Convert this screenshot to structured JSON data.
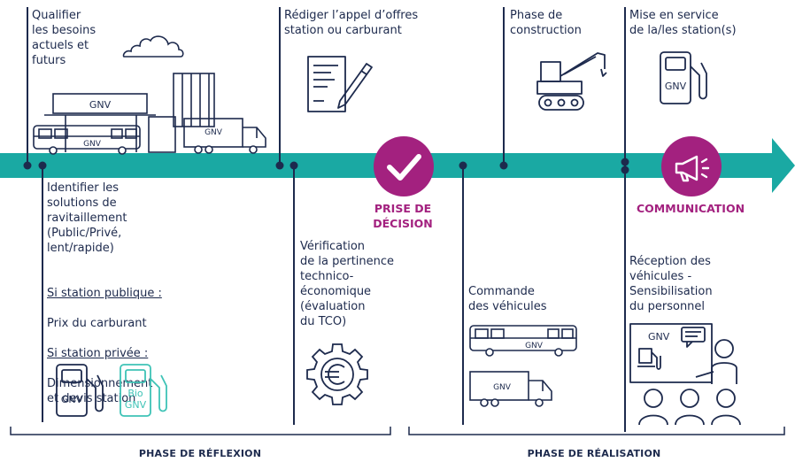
{
  "steps": {
    "s1": "Qualifier\nles besoins\nactuels et\nfuturs",
    "s2": "Identifier les\nsolutions de\nravitaillement\n(Public/Privé,\nlent/rapide)",
    "s2_pub_label": "Si station publique :",
    "s2_pub_val": "Prix du carburant",
    "s2_priv_label": "Si station privée :",
    "s2_priv_val": "Dimensionnement\net devis station",
    "s3": "Rédiger l’appel d’offres\nstation ou carburant",
    "s4": "Vérification\nde la pertinence\ntechnico-\néconomique\n(évaluation\ndu TCO)",
    "s5": "Commande\ndes véhicules",
    "s6": "Phase de\nconstruction",
    "s7": "Mise en service\nde la/les station(s)",
    "s8": "Réception des\nvéhicules -\nSensibilisation\ndu personnel"
  },
  "milestones": {
    "decision": "PRISE DE\nDÉCISION",
    "communication": "COMMUNICATION"
  },
  "phases": {
    "reflexion": "PHASE DE RÉFLEXION",
    "realisation": "PHASE DE RÉALISATION"
  },
  "labels": {
    "gnv": "GNV",
    "bio": "Bio",
    "bio_gnv": "GNV"
  },
  "icons": [
    "cloud-icon",
    "gnv-station-canopy-icon",
    "bus-icon",
    "truck-icon",
    "building-icon",
    "contract-pen-icon",
    "euro-gear-icon",
    "crane-icon",
    "fuel-pump-icon",
    "checkmark-icon",
    "megaphone-icon",
    "presentation-icon",
    "audience-icon"
  ],
  "colors": {
    "timeline": "#1aa9a3",
    "magenta": "#a3217f",
    "navy": "#1d2a4d",
    "bio_teal": "#3ec3b6"
  }
}
